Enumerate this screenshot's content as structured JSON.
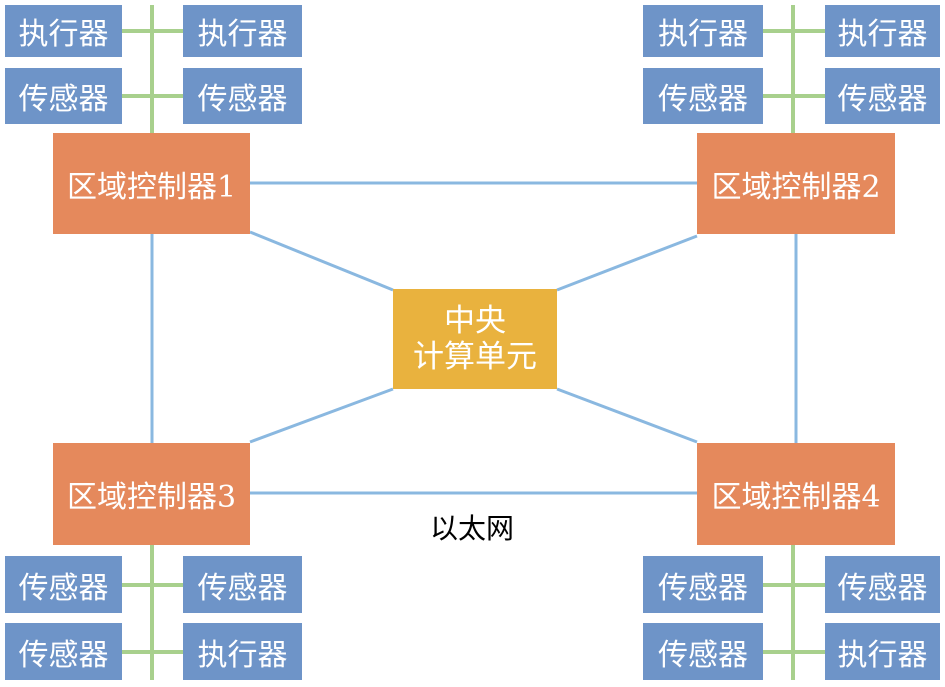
{
  "central_unit": {
    "line1": "中央",
    "line2": "计算单元"
  },
  "network_label": "以太网",
  "zones": [
    {
      "id": "zc1",
      "label": "区域控制器1",
      "devices": [
        "执行器",
        "执行器",
        "传感器",
        "传感器"
      ]
    },
    {
      "id": "zc2",
      "label": "区域控制器2",
      "devices": [
        "执行器",
        "执行器",
        "传感器",
        "传感器"
      ]
    },
    {
      "id": "zc3",
      "label": "区域控制器3",
      "devices": [
        "传感器",
        "传感器",
        "传感器",
        "执行器"
      ]
    },
    {
      "id": "zc4",
      "label": "区域控制器4",
      "devices": [
        "传感器",
        "传感器",
        "传感器",
        "执行器"
      ]
    }
  ],
  "colors": {
    "device_box": "#6e94c8",
    "zone_box": "#e5895c",
    "central_box": "#e9b23e",
    "ethernet_link": "#8ab8e0",
    "device_link": "#a8d08d"
  }
}
